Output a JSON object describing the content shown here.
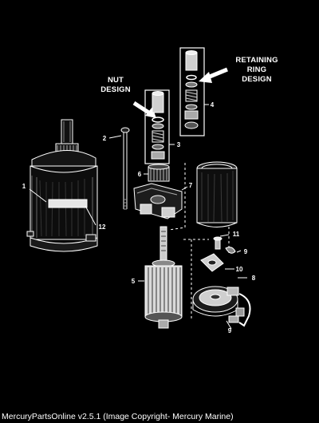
{
  "callouts": {
    "retaining_ring_design": [
      "RETAINING",
      "RING",
      "DESIGN"
    ],
    "nut_design": [
      "NUT",
      "DESIGN"
    ]
  },
  "parts": [
    {
      "ref": "1"
    },
    {
      "ref": "2"
    },
    {
      "ref": "3"
    },
    {
      "ref": "4"
    },
    {
      "ref": "5"
    },
    {
      "ref": "6"
    },
    {
      "ref": "7"
    },
    {
      "ref": "8"
    },
    {
      "ref": "9"
    },
    {
      "ref": "10"
    },
    {
      "ref": "11"
    },
    {
      "ref": "12"
    }
  ],
  "footer": {
    "text": "MercuryPartsOnline v2.5.1 (Image Copyright- Mercury Marine)"
  }
}
